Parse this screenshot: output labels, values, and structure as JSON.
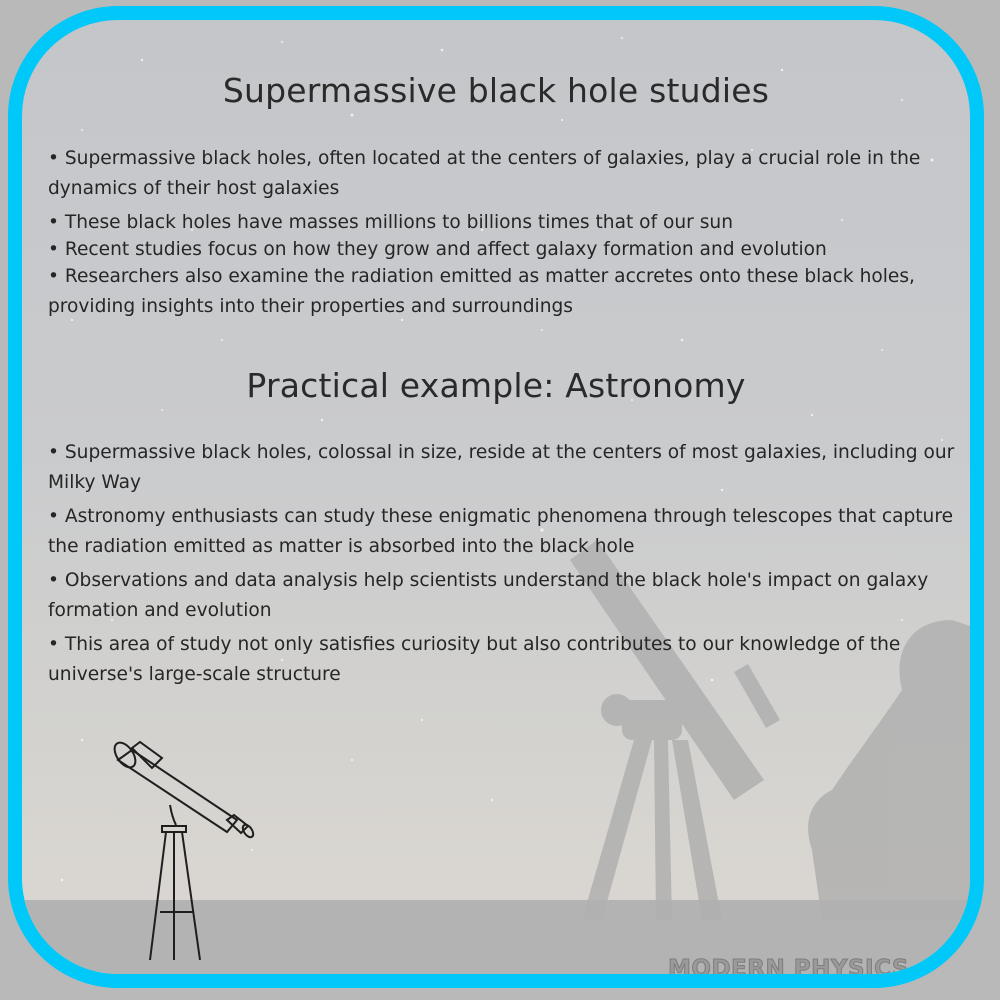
{
  "section1": {
    "title": "Supermassive black hole studies",
    "bullets": [
      "• Supermassive black holes, often located at the centers of galaxies, play a crucial role in the dynamics of their host galaxies",
      "• These black holes have masses millions to billions times that of our sun",
      "• Recent studies focus on how they grow and affect galaxy formation and evolution",
      "• Researchers also examine the radiation emitted as matter accretes onto these black holes, providing insights into their properties and surroundings"
    ]
  },
  "section2": {
    "title": "Practical example: Astronomy",
    "bullets": [
      "• Supermassive black holes, colossal in size, reside at the centers of most galaxies, including our Milky Way",
      "• Astronomy enthusiasts can study these enigmatic phenomena through telescopes that capture the radiation emitted as matter is absorbed into the black hole",
      "• Observations and data analysis help scientists understand the black hole's impact on galaxy formation and evolution",
      "• This area of study not only satisfies curiosity but also contributes to our knowledge of the universe's large-scale structure"
    ]
  },
  "branding": {
    "label": "MODERN PHYSICS"
  },
  "colors": {
    "border": "#00c8f8",
    "text": "#262626",
    "outer": "#b9b9b9"
  },
  "icons": {
    "telescope": "telescope-icon",
    "silhouette": "astronomer-silhouette"
  }
}
